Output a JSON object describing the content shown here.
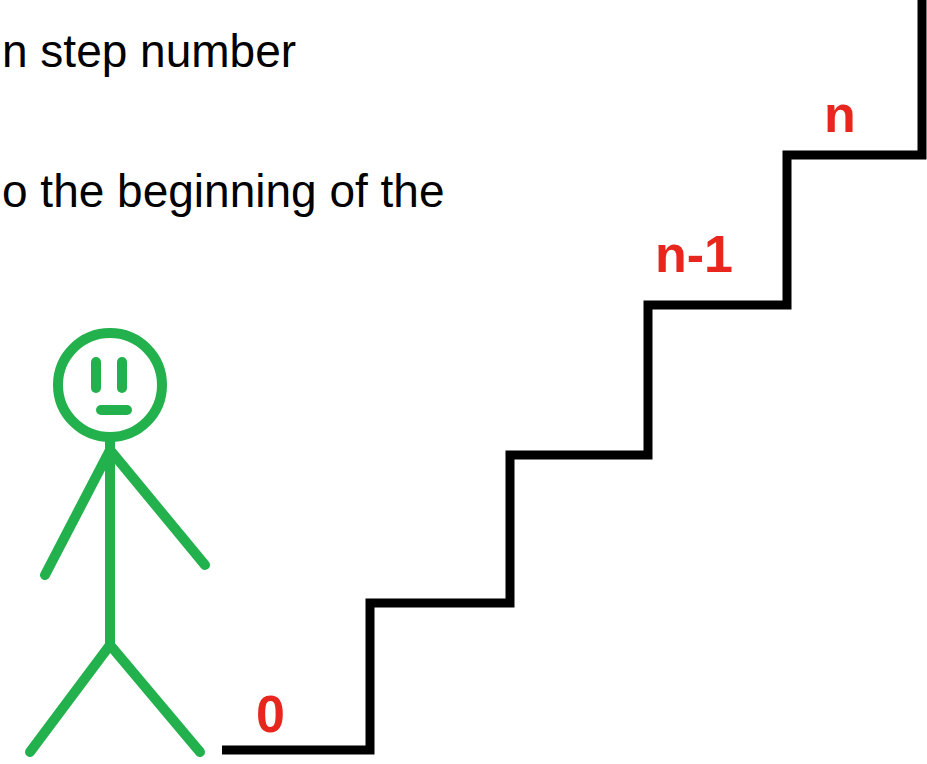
{
  "diagram": {
    "labels": [
      "n step number",
      "o the beginning of the",
      "n",
      "n-1",
      "0"
    ]
  }
}
